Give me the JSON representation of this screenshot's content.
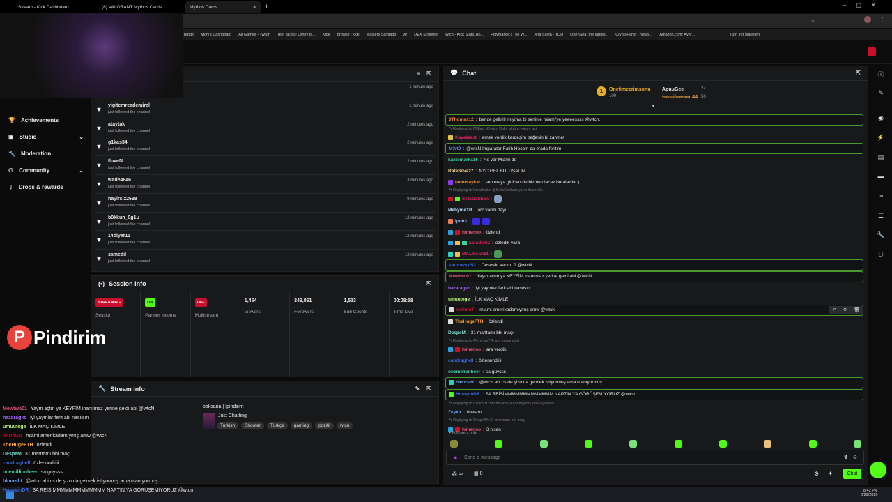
{
  "browser": {
    "tabs": [
      {
        "label": "Stream - Kick Dashboard"
      },
      {
        "label": "(8) VALORANT Mythos Cards"
      },
      {
        "label": "Mythos Cards"
      }
    ],
    "bookmarks": [
      "reddit",
      "wtcN's Dashboard",
      "All Games - Twitch",
      "Text faces | Lenny fa...",
      "Kick",
      "Browse | kick",
      "Masters Santiago",
      "vlr",
      "DEX Screener",
      "wtcn - Kick Stats, An...",
      "Polymarket | The W...",
      "Ana Sayfa - TOD",
      "OpenSea, the larges...",
      "CryptoPanic - News...",
      "Amazon.com: AVer...",
      "Tüm Yer İşaretleri"
    ]
  },
  "sidebar": {
    "items": [
      {
        "label": "Achievements",
        "icon": "trophy"
      },
      {
        "label": "Studio",
        "icon": "studio",
        "chevron": true
      },
      {
        "label": "Moderation",
        "icon": "wrench"
      },
      {
        "label": "Community",
        "icon": "users",
        "chevron": true
      },
      {
        "label": "Drops & rewards",
        "icon": "gift"
      }
    ]
  },
  "logo": {
    "text": "Pindirim"
  },
  "activity": {
    "items": [
      {
        "name": "",
        "sub": "",
        "time": "1 minute ago"
      },
      {
        "name": "yigitemreademirel",
        "sub": "just followed the channel",
        "time": "1 minute ago"
      },
      {
        "name": "ataytak",
        "sub": "just followed the channel",
        "time": "2 minutes ago"
      },
      {
        "name": "g1kas34",
        "sub": "just followed the channel",
        "time": "2 minutes ago"
      },
      {
        "name": "IloveN",
        "sub": "just followed the channel",
        "time": "2 minutes ago"
      },
      {
        "name": "wade4646",
        "sub": "just followed the channel",
        "time": "3 minutes ago"
      },
      {
        "name": "hayirsiz2698",
        "sub": "just followed the channel",
        "time": "9 minutes ago"
      },
      {
        "name": "b0kkun_0g1u",
        "sub": "just followed the channel",
        "time": "12 minutes ago"
      },
      {
        "name": "14diyar11",
        "sub": "just followed the channel",
        "time": "12 minutes ago"
      },
      {
        "name": "samedil",
        "sub": "just followed the channel",
        "time": "13 minutes ago"
      }
    ]
  },
  "session": {
    "title": "Session Info",
    "stats": [
      {
        "badge": "STREAMING",
        "badge_color": "#c8102e",
        "label": "Session"
      },
      {
        "badge": "ON",
        "badge_color": "#53fc18",
        "label": "Partner Income"
      },
      {
        "badge": "OFF",
        "badge_color": "#c8102e",
        "label": "Multistream"
      },
      {
        "value": "1,454",
        "label": "Viewers"
      },
      {
        "value": "349,861",
        "label": "Followers"
      },
      {
        "value": "1,513",
        "label": "Sub Counts"
      },
      {
        "value": "00:08:58",
        "label": "Time Live"
      }
    ]
  },
  "stream_info": {
    "title": "Stream info",
    "stream_title": "baksana | !pindirim",
    "category": "Just Chatting",
    "tags": [
      "Turkish",
      "Shooter",
      "Türkçe",
      "gaming",
      "pozitif",
      "wtcn"
    ]
  },
  "chat": {
    "title": "Chat",
    "leaderboard": {
      "first": {
        "rank": "1",
        "name": "Onetimecrimsonn",
        "value": "100"
      },
      "second": {
        "name": "ApuuGee",
        "value": "74"
      },
      "third": {
        "name": "ismailmemur44",
        "value": "50"
      }
    },
    "messages": [
      {
        "user": "0Thomas12",
        "color": "#f08a3c",
        "text": "bende gelbilir miyima bi seninle miami'ye yeeeessss @wtcn.",
        "hl": true
      },
      {
        "reply": "Replying to MSlad: @wtcn Bully albüm yorum acil",
        "user": "KayeWest",
        "color": "#e0245e",
        "text": "emek verdik kardeşim beğenin bi zahmet",
        "badges": [
          "#e8c14a"
        ]
      },
      {
        "user": "M3rt0",
        "color": "#6b8cff",
        "text": "@wtcN İmparator Fatih Hocam da orada feritim",
        "hl": true
      },
      {
        "user": "kalitemarka16",
        "color": "#3ad0a0",
        "text": "Ne var Miami de"
      },
      {
        "user": "RafaSilva27",
        "color": "#f5d08a",
        "text": "NYC GEL BULUŞALIM"
      },
      {
        "user": "tanersaykal",
        "color": "#f59a3c",
        "text": "sen oraya gidicen de biz ne olacaz buralarda :)",
        "badges": [
          "#8a3cf5"
        ]
      },
      {
        "reply": "Replying to karadeniz: @SefaGokhan yarın ibanında",
        "user": "SefaGokhan",
        "color": "#e0245e",
        "text": "",
        "badges": [
          "#c8102e",
          "#53fc18"
        ],
        "emotes": [
          "#8aa0c0"
        ]
      },
      {
        "user": "MehymeTR",
        "color": "#b8d8ff",
        "text": "arc varmi dayi"
      },
      {
        "user": "ipo03",
        "color": "#9ab0ff",
        "text": "",
        "badges": [
          "#e87a5a"
        ],
        "emotes": [
          "#3a2ae0",
          "#3a2ae0"
        ]
      },
      {
        "user": "himenoo",
        "color": "#e85a7a",
        "text": "özlendi",
        "badges": [
          "#2aa0e0",
          "#c8102e"
        ]
      },
      {
        "user": "karadeniz",
        "color": "#e0245e",
        "text": "özledik valla",
        "badges": [
          "#2aa0e0",
          "#e8c14a",
          "#3ad0a0"
        ]
      },
      {
        "user": "MALihsan61",
        "color": "#e0245e",
        "text": "",
        "badges": [
          "#2ad0c0",
          "#e8c14a"
        ],
        "emotes": [
          "#4a9a5a"
        ]
      },
      {
        "user": "sarpowski52",
        "color": "#3a6ae0",
        "text": "Ceseslki var mı ? @wtcN",
        "hl": true
      },
      {
        "user": "Mewtwo01",
        "color": "#e85a7a",
        "text": "Yayın açtın ya KEYFİM inanılmaz yerine geldi abi @wtcN",
        "hl": true
      },
      {
        "user": "hazaragkc",
        "color": "#a06af5",
        "text": "iyi yayınlar ferit abi nasılsın"
      },
      {
        "user": "umuutege",
        "color": "#b8f07a",
        "text": "İLK MAÇ KİMLE"
      },
      {
        "user": "IrxUmuT",
        "color": "#c8102e",
        "text": "miami amerikadamıymış amw @wtcN",
        "hl": true,
        "badges": [
          "#dddddd"
        ],
        "actions": true
      },
      {
        "user": "TheHugeFTH",
        "color": "#f5a03c",
        "text": "özlendi",
        "badges": [
          "#dddddd"
        ]
      },
      {
        "user": "DespeM",
        "color": "#7ae0d0",
        "text": "31 marttamı bbl maçı"
      },
      {
        "reply": "Replying to MehymeTR: arc varmi dayi",
        "user": "himenoo",
        "color": "#e85a7a",
        "text": "ara verdik",
        "badges": [
          "#2aa0e0",
          "#c8102e"
        ]
      },
      {
        "user": "candraghell",
        "color": "#3a6ae0",
        "text": "özlennndiiiii"
      },
      {
        "user": "onemillionbeer",
        "color": "#3ad0a0",
        "text": "sa guysss"
      },
      {
        "user": "bloorsht",
        "color": "#6ab0ff",
        "text": "@wtcn abi cs de şizo da gelmek istiyormuş ama utanıyormuş",
        "hl": true,
        "badges": [
          "#2ad0c0"
        ]
      },
      {
        "user": "HuseyinDR",
        "color": "#3a6ae0",
        "text": "SA REİSİMMMMMMMMMMMMM NAPTIN YA GÖRÜŞEMİYORUZ @wtcn",
        "hl": true,
        "badges": [
          "#53fc18"
        ]
      },
      {
        "reply": "Replying to IrxUmuT: miami amerikadamıymış amw @wtcN",
        "user": "Zeykir",
        "color": "#6a9aff",
        "text": "dewam"
      },
      {
        "reply": "Replying to DespeM: 31 marttamı bbl maçı",
        "user": "himenoo",
        "color": "#e85a7a",
        "text": "3 nisan",
        "badges": [
          "#2aa0e0",
          "#c8102e"
        ]
      }
    ],
    "followers_only": "Followers only",
    "input_placeholder": "Send a message",
    "points": "∞",
    "store_count": "0",
    "send_label": "Chat"
  },
  "overlay": [
    {
      "user": "Mewtwo01",
      "color": "#e85a7a",
      "text": "Yayın açtın ya KEYFİM inanılmaz yerine geldi abi @wtcN"
    },
    {
      "user": "hazaragkc",
      "color": "#a06af5",
      "text": "iyi yayınlar ferit abi nasılsın"
    },
    {
      "user": "umuutege",
      "color": "#b8f07a",
      "text": "İLK MAÇ KİMLE"
    },
    {
      "user": "IrxUmuT",
      "color": "#c8102e",
      "text": "miami amerikadamıymış amw @wtcN"
    },
    {
      "user": "TheHugeFTH",
      "color": "#f5a03c",
      "text": "özlendi"
    },
    {
      "user": "DespeM",
      "color": "#7ae0d0",
      "text": "31 marttamı bbl maçı"
    },
    {
      "user": "candraghell",
      "color": "#3a6ae0",
      "text": "özlennndiiiii"
    },
    {
      "user": "onemillionbeer",
      "color": "#3ad0a0",
      "text": "sa guysss"
    },
    {
      "user": "bloorsht",
      "color": "#6ab0ff",
      "text": "@wtcn abi cs de şizo da gelmek istiyormuş ama utanıyormuş"
    },
    {
      "user": "HuseyinDR",
      "color": "#3a6ae0",
      "text": "SA REİSİMMMMMMMMMMMMM NAPTIN YA GÖRÜŞEMİYORUZ @wtcn"
    }
  ],
  "taskbar": {
    "time": "8:42 PM",
    "date": "3/29/2026"
  }
}
